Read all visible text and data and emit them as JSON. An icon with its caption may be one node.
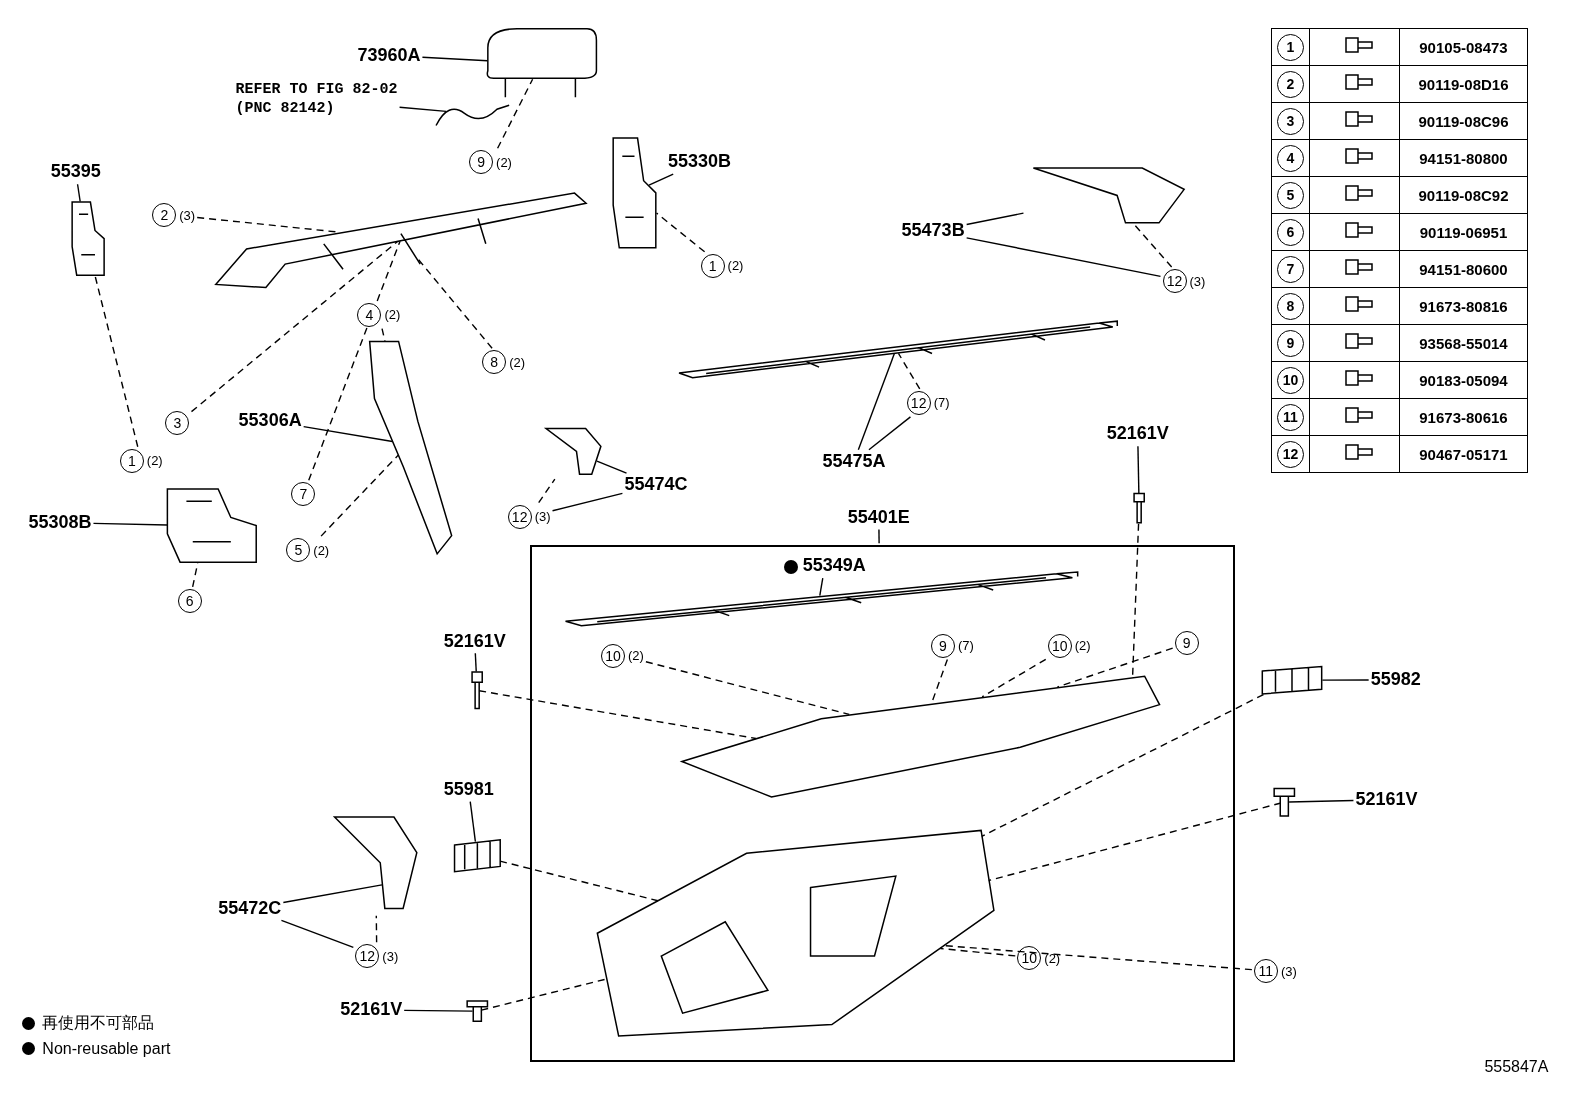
{
  "diagram": {
    "nodes": [
      {
        "text": [
          "73960A"
        ]
      },
      {
        "text": [],
        "shape": "picture"
      },
      {
        "text": [
          "REFER TO FIG 82-02",
          "(PNC 82142)"
        ]
      },
      {
        "text": [],
        "shape": "picture"
      },
      {
        "text": [
          "9"
        ],
        "beside": [
          "(2)"
        ]
      },
      {
        "text": [
          "55330B"
        ]
      },
      {
        "text": [],
        "shape": "picture"
      },
      {
        "text": [
          "55395"
        ]
      },
      {
        "text": [],
        "shape": "picture"
      },
      {
        "text": [
          "2"
        ],
        "beside": [
          "(3)"
        ]
      },
      {
        "text": [],
        "shape": "picture"
      },
      {
        "text": [
          "1"
        ],
        "beside": [
          "(2)"
        ]
      },
      {
        "text": [
          "4"
        ],
        "beside": [
          "(2)"
        ]
      },
      {
        "text": [
          "8"
        ],
        "beside": [
          "(2)"
        ]
      },
      {
        "text": [
          "3"
        ]
      },
      {
        "text": [
          "55306A"
        ]
      },
      {
        "text": [],
        "shape": "picture"
      },
      {
        "text": [
          "1"
        ],
        "beside": [
          "(2)"
        ]
      },
      {
        "text": [
          "7"
        ]
      },
      {
        "text": [
          "55308B"
        ]
      },
      {
        "text": [],
        "shape": "picture"
      },
      {
        "text": [
          "5"
        ],
        "beside": [
          "(2)"
        ]
      },
      {
        "text": [
          "6"
        ]
      },
      {
        "text": [
          "55473B"
        ]
      },
      {
        "text": [],
        "shape": "picture"
      },
      {
        "text": [
          "12"
        ],
        "beside": [
          "(3)"
        ]
      },
      {
        "text": [],
        "shape": "picture"
      },
      {
        "text": [
          "12"
        ],
        "beside": [
          "(7)"
        ]
      },
      {
        "text": [
          "55475A"
        ]
      },
      {
        "text": [],
        "shape": "picture"
      },
      {
        "text": [
          "55474C"
        ]
      },
      {
        "text": [
          "12"
        ],
        "beside": [
          "(3)"
        ]
      },
      {
        "text": [
          "52161V"
        ]
      },
      {
        "text": [],
        "shape": "picture"
      },
      {
        "text": [
          "55401E"
        ]
      },
      {
        "text": [],
        "shape": "box"
      },
      {
        "text": [
          "55349A"
        ],
        "in": 35
      },
      {
        "text": [],
        "shape": "picture",
        "in": 35
      },
      {
        "text": [
          "10"
        ],
        "beside": [
          "(2)"
        ],
        "in": 35
      },
      {
        "text": [
          "9"
        ],
        "beside": [
          "(7)"
        ],
        "in": 35
      },
      {
        "text": [
          "9"
        ],
        "in": 35
      },
      {
        "text": [],
        "shape": "picture",
        "in": 35
      },
      {
        "text": [
          "10"
        ],
        "beside": [
          "(2)"
        ],
        "in": 35
      },
      {
        "text": [],
        "shape": "picture",
        "in": 35
      },
      {
        "text": [
          "10"
        ],
        "beside": [
          "(2)"
        ],
        "in": 35
      },
      {
        "text": [
          "52161V"
        ]
      },
      {
        "text": [],
        "shape": "picture"
      },
      {
        "text": [
          "55982"
        ]
      },
      {
        "text": [],
        "shape": "picture"
      },
      {
        "text": [
          "55981"
        ]
      },
      {
        "text": [],
        "shape": "picture"
      },
      {
        "text": [],
        "shape": "picture"
      },
      {
        "text": [
          "52161V"
        ]
      },
      {
        "text": [
          "55472C"
        ]
      },
      {
        "text": [],
        "shape": "picture"
      },
      {
        "text": [
          "12"
        ],
        "beside": [
          "(3)"
        ]
      },
      {
        "text": [
          "11"
        ],
        "beside": [
          "(3)"
        ]
      },
      {
        "text": [
          "52161V"
        ]
      },
      {
        "text": [],
        "shape": "picture"
      }
    ],
    "edges": [
      {
        "from": 0,
        "to": 1,
        "arrow": "none"
      },
      {
        "from": 2,
        "to": 3,
        "arrow": "none"
      },
      {
        "from": 5,
        "to": 6,
        "arrow": "none"
      },
      {
        "from": 7,
        "to": 8,
        "arrow": "none"
      },
      {
        "from": 15,
        "to": 16,
        "arrow": "none"
      },
      {
        "from": 19,
        "to": 20,
        "arrow": "none"
      },
      {
        "from": 23,
        "to": 24,
        "arrow": "none"
      },
      {
        "from": 23,
        "to": 25,
        "arrow": "none"
      },
      {
        "from": 28,
        "to": 26,
        "arrow": "none"
      },
      {
        "from": 28,
        "to": 27,
        "arrow": "none"
      },
      {
        "from": 30,
        "to": 29,
        "arrow": "none"
      },
      {
        "from": 30,
        "to": 31,
        "arrow": "none"
      },
      {
        "from": 32,
        "to": 33,
        "arrow": "none"
      },
      {
        "from": 34,
        "to": 35,
        "arrow": "none"
      },
      {
        "from": 36,
        "to": 37,
        "arrow": "none"
      },
      {
        "from": 45,
        "to": 46,
        "arrow": "none"
      },
      {
        "from": 47,
        "to": 48,
        "arrow": "none"
      },
      {
        "from": 49,
        "to": 50,
        "arrow": "none"
      },
      {
        "from": 52,
        "to": 51,
        "arrow": "none"
      },
      {
        "from": 53,
        "to": 54,
        "arrow": "none"
      },
      {
        "from": 53,
        "to": 55,
        "arrow": "none"
      },
      {
        "from": 57,
        "to": 58,
        "arrow": "none"
      },
      {
        "from": 4,
        "to": 1,
        "arrow": "none",
        "style": "dashed"
      },
      {
        "from": 9,
        "to": 10,
        "arrow": "none",
        "style": "dashed"
      },
      {
        "from": 11,
        "to": 6,
        "arrow": "none",
        "style": "dashed"
      },
      {
        "from": 12,
        "to": 16,
        "arrow": "none",
        "style": "dashed"
      },
      {
        "from": 13,
        "to": 10,
        "arrow": "none",
        "style": "dashed"
      },
      {
        "from": 14,
        "to": 10,
        "arrow": "none",
        "style": "dashed"
      },
      {
        "from": 17,
        "to": 8,
        "arrow": "none",
        "style": "dashed"
      },
      {
        "from": 18,
        "to": 10,
        "arrow": "none",
        "style": "dashed"
      },
      {
        "from": 21,
        "to": 16,
        "arrow": "none",
        "style": "dashed"
      },
      {
        "from": 22,
        "to": 20,
        "arrow": "none",
        "style": "dashed"
      },
      {
        "from": 25,
        "to": 24,
        "arrow": "none",
        "style": "dashed"
      },
      {
        "from": 27,
        "to": 26,
        "arrow": "none",
        "style": "dashed"
      },
      {
        "from": 31,
        "to": 29,
        "arrow": "none",
        "style": "dashed"
      },
      {
        "from": 33,
        "to": 41,
        "arrow": "none",
        "style": "dashed"
      },
      {
        "from": 38,
        "to": 41,
        "arrow": "none",
        "style": "dashed"
      },
      {
        "from": 39,
        "to": 41,
        "arrow": "none",
        "style": "dashed"
      },
      {
        "from": 40,
        "to": 41,
        "arrow": "none",
        "style": "dashed"
      },
      {
        "from": 42,
        "to": 41,
        "arrow": "none",
        "style": "dashed"
      },
      {
        "from": 44,
        "to": 43,
        "arrow": "none",
        "style": "dashed"
      },
      {
        "from": 46,
        "to": 41,
        "arrow": "none",
        "style": "dashed"
      },
      {
        "from": 48,
        "to": 43,
        "arrow": "none",
        "style": "dashed"
      },
      {
        "from": 50,
        "to": 43,
        "arrow": "none",
        "style": "dashed"
      },
      {
        "from": 51,
        "to": 43,
        "arrow": "none",
        "style": "dashed"
      },
      {
        "from": 55,
        "to": 54,
        "arrow": "none",
        "style": "dashed"
      },
      {
        "from": 56,
        "to": 43,
        "arrow": "none",
        "style": "dashed"
      },
      {
        "from": 58,
        "to": 43,
        "arrow": "none",
        "style": "dashed"
      }
    ],
    "labels": [
      "1",
      "90105-08473",
      "2",
      "90119-08D16",
      "3",
      "90119-08C96",
      "4",
      "94151-80800",
      "5",
      "90119-08C92",
      "6",
      "90119-06951",
      "7",
      "94151-80600",
      "8",
      "91673-80816",
      "9",
      "93568-55014",
      "10",
      "90183-05094",
      "11",
      "91673-80616",
      "12",
      "90467-05171",
      "555847A"
    ],
    "legend": [
      {
        "text": "再使用不可部品"
      },
      {
        "text": "Non-reusable part"
      }
    ]
  }
}
